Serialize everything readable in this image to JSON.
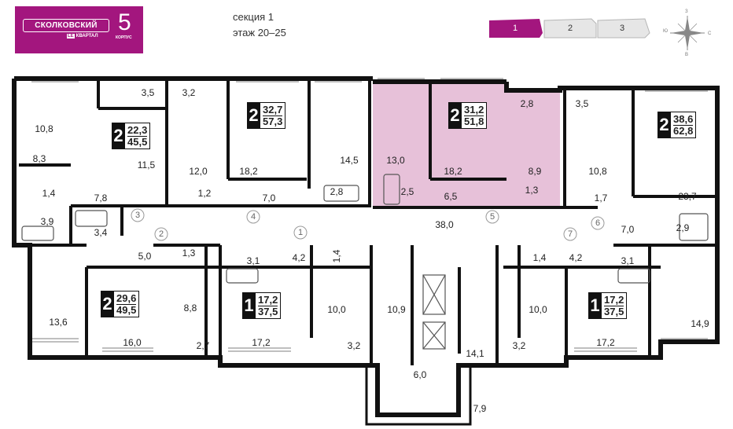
{
  "logo": {
    "name": "СКОЛКОВСКИЙ",
    "sub_badge": "LE",
    "sub": "КВАРТАЛ",
    "number": "5",
    "number_sub": "КОРПУС"
  },
  "section": {
    "label": "секция 1",
    "floors": "этаж 20–25"
  },
  "section_selector": {
    "items": [
      "1",
      "2",
      "3"
    ],
    "active": "1",
    "active_color": "#a3167e"
  },
  "compass": {
    "n": "З",
    "e": "С",
    "s": "В",
    "w": "Ю"
  },
  "colors": {
    "brand": "#a3167e",
    "highlight": "#e7c1d9",
    "wall": "#111111"
  },
  "apartments": [
    {
      "rooms": "2",
      "living": "22,3",
      "total": "45,5"
    },
    {
      "rooms": "2",
      "living": "32,7",
      "total": "57,3"
    },
    {
      "rooms": "2",
      "living": "31,2",
      "total": "51,8"
    },
    {
      "rooms": "2",
      "living": "38,6",
      "total": "62,8"
    },
    {
      "rooms": "2",
      "living": "29,6",
      "total": "49,5"
    },
    {
      "rooms": "1",
      "living": "17,2",
      "total": "37,5"
    },
    {
      "rooms": "1",
      "living": "17,2",
      "total": "37,5"
    }
  ],
  "room_areas": [
    "10,8",
    "8,3",
    "1,4",
    "3,9",
    "7,8",
    "3,5",
    "11,5",
    "3,4",
    "3,2",
    "12,0",
    "1,2",
    "18,2",
    "7,0",
    "14,5",
    "2,8",
    "13,0",
    "2,5",
    "18,2",
    "6,5",
    "2,8",
    "8,9",
    "1,3",
    "3,5",
    "10,8",
    "1,7",
    "23,7",
    "38,0",
    "7,0",
    "2,9",
    "5,0",
    "1,3",
    "3,1",
    "4,2",
    "1,4",
    "13,6",
    "8,8",
    "16,0",
    "2,7",
    "17,2",
    "10,0",
    "3,2",
    "10,9",
    "6,0",
    "14,1",
    "7,9",
    "10,0",
    "3,2",
    "1,4",
    "4,2",
    "3,1",
    "17,2",
    "14,9"
  ],
  "corridor_numbers": [
    "1",
    "2",
    "3",
    "4",
    "5",
    "6",
    "7"
  ]
}
